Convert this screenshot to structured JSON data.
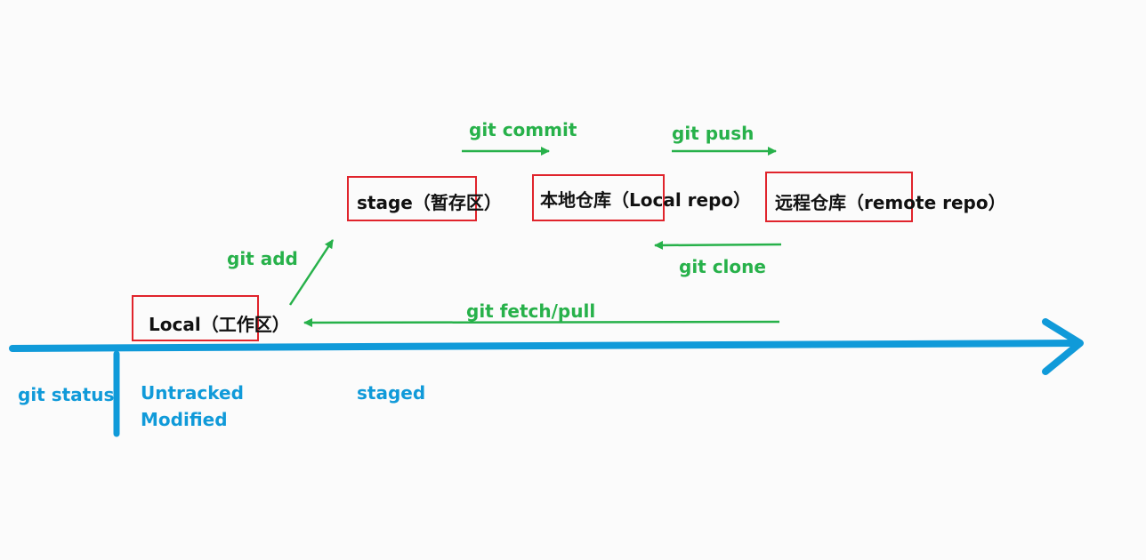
{
  "nodes": {
    "local": "Local（工作区）",
    "stage": "stage（暂存区）",
    "local_repo": "本地仓库（Local repo）",
    "remote_repo": "远程仓库（remote repo）"
  },
  "commands": {
    "add": "git add",
    "commit": "git commit",
    "push": "git push",
    "clone": "git clone",
    "fetch_pull": "git fetch/pull"
  },
  "status": {
    "label": "git status:",
    "untracked": "Untracked",
    "modified": "Modified",
    "staged": "staged"
  },
  "colors": {
    "command_arrow": "#27b14a",
    "timeline": "#109ad9",
    "box_border": "#e0242c",
    "node_text": "#111111"
  }
}
